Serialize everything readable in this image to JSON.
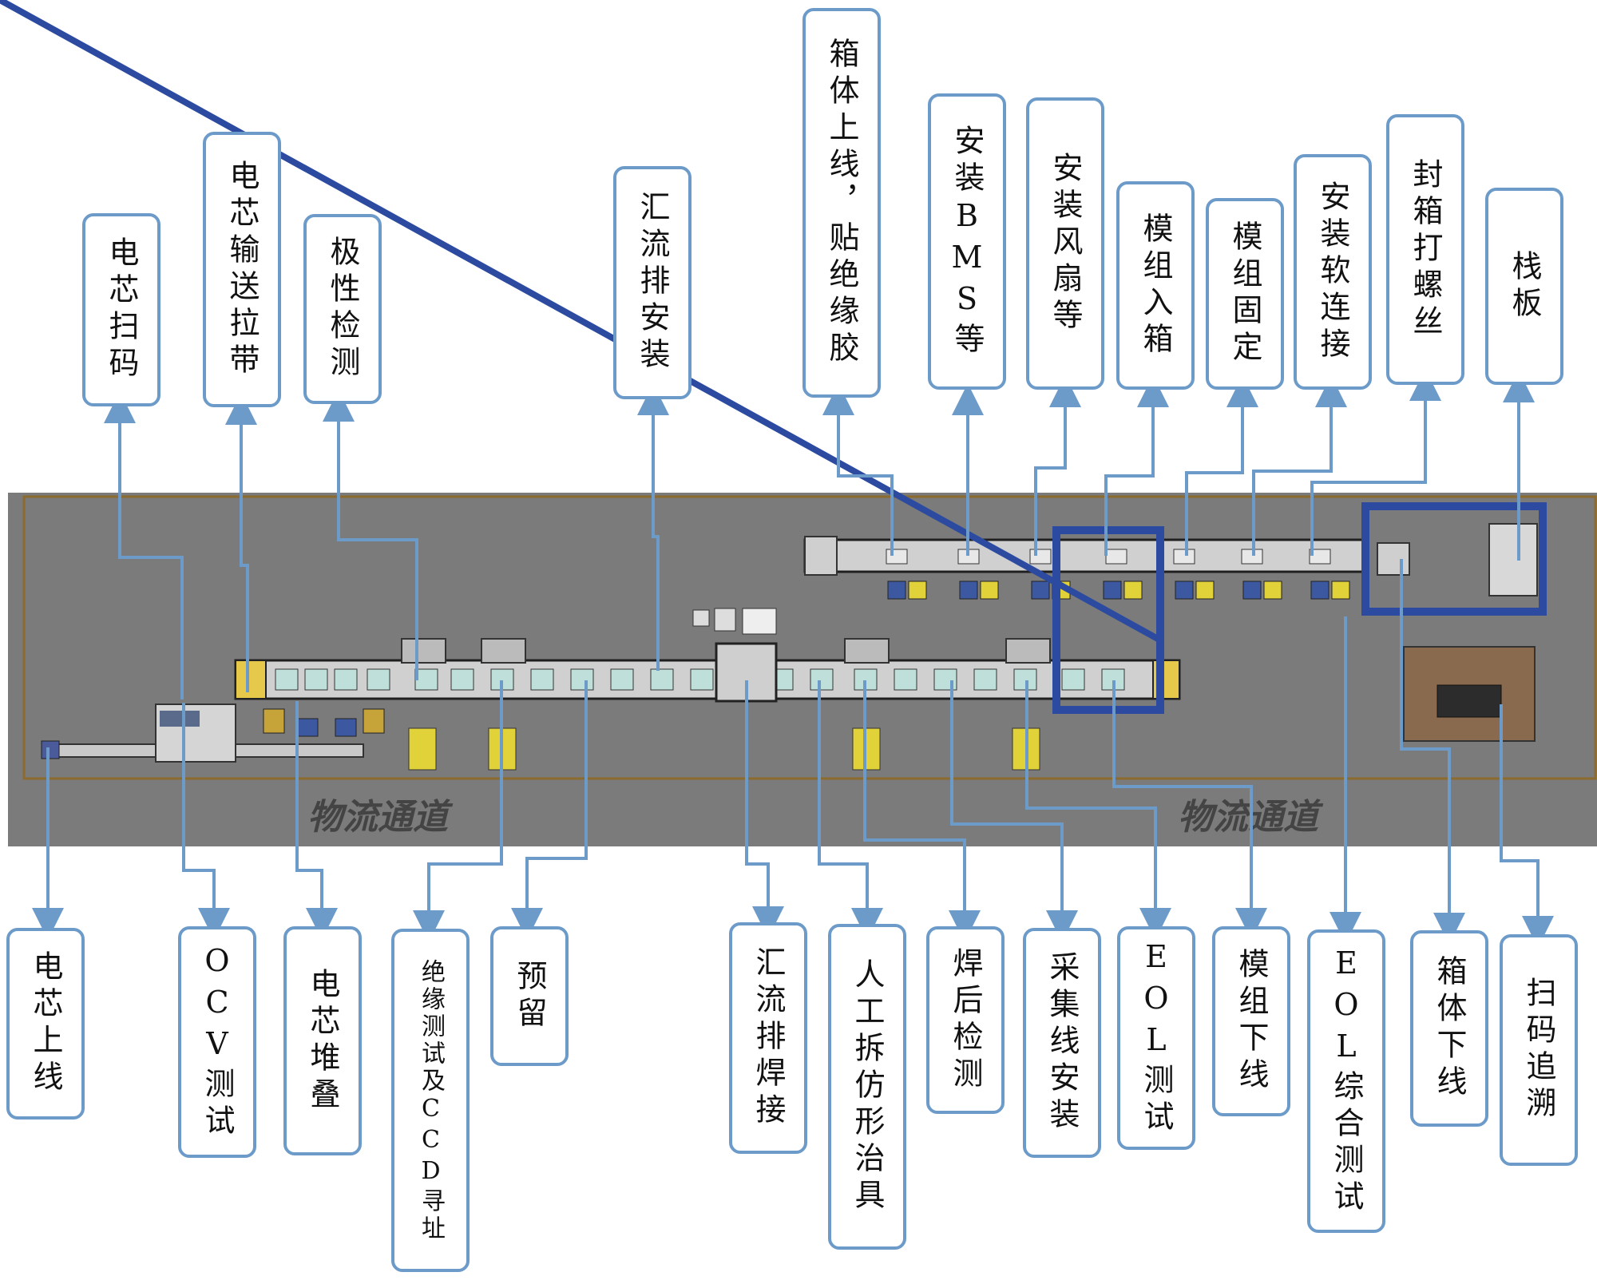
{
  "floor": {
    "channel_label": "物流通道"
  },
  "colors": {
    "floor": "#7b7b7b",
    "floor_border": "#8b6b2e",
    "callout": "#6d9bc9",
    "line": "#2a2a2a",
    "fixture_yellow": "#e2d23a",
    "gantry_blue": "#2b4aa0",
    "workshop_brown": "#8a6a4e"
  },
  "top_labels": [
    {
      "id": "cell-scan",
      "text": "电芯扫码"
    },
    {
      "id": "cell-conveyor",
      "text": "电芯输送拉带"
    },
    {
      "id": "polarity-check",
      "text": "极性检测"
    },
    {
      "id": "busbar-install",
      "text": "汇流排安装"
    },
    {
      "id": "box-online",
      "text": "箱体上线，贴绝缘胶"
    },
    {
      "id": "install-bms",
      "text": "安装BMS等"
    },
    {
      "id": "install-fan",
      "text": "安装风扇等"
    },
    {
      "id": "module-boxing",
      "text": "模组入箱"
    },
    {
      "id": "module-fix",
      "text": "模组固定"
    },
    {
      "id": "soft-connect",
      "text": "安装软连接"
    },
    {
      "id": "seal-screw",
      "text": "封箱打螺丝"
    },
    {
      "id": "pallet",
      "text": "栈板"
    }
  ],
  "bottom_labels": [
    {
      "id": "cell-online",
      "text": "电芯上线"
    },
    {
      "id": "ocv-test",
      "text": "OCV测试"
    },
    {
      "id": "cell-stack",
      "text": "电芯堆叠"
    },
    {
      "id": "insulation-ccd",
      "text": "绝缘测试及CCD寻址"
    },
    {
      "id": "reserved",
      "text": "预留"
    },
    {
      "id": "busbar-weld",
      "text": "汇流排焊接"
    },
    {
      "id": "manual-fixture",
      "text": "人工拆仿形治具"
    },
    {
      "id": "post-weld",
      "text": "焊后检测"
    },
    {
      "id": "harness-install",
      "text": "采集线安装"
    },
    {
      "id": "eol-test",
      "text": "EOL测试"
    },
    {
      "id": "module-offline",
      "text": "模组下线"
    },
    {
      "id": "eol-full",
      "text": "EOL综合测试"
    },
    {
      "id": "box-offline",
      "text": "箱体下线"
    },
    {
      "id": "scan-trace",
      "text": "扫码追溯"
    }
  ]
}
